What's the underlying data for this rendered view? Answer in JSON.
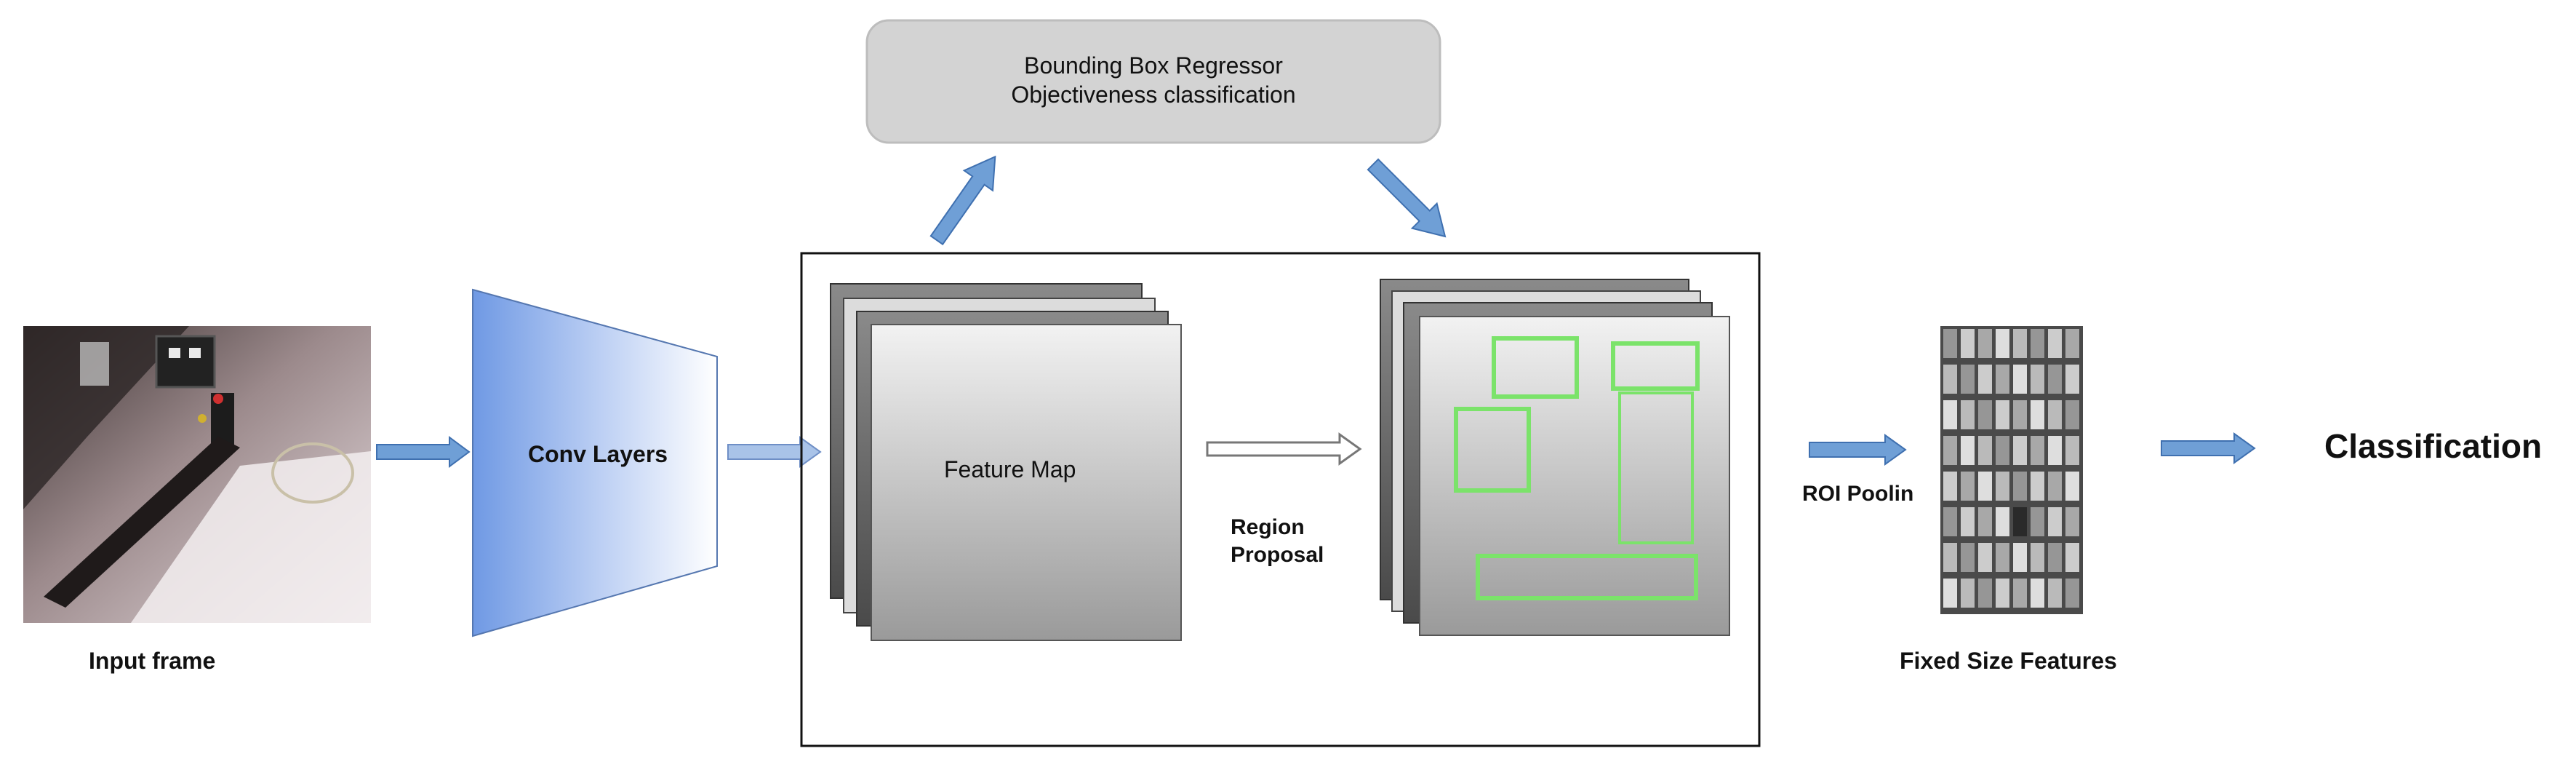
{
  "top_box": {
    "line1": "Bounding Box Regressor",
    "line2": "Objectiveness classification"
  },
  "labels": {
    "input_frame": "Input frame",
    "conv_layers": "Conv Layers",
    "feature_map": "Feature Map",
    "region_proposal_line1": "Region",
    "region_proposal_line2": "Proposal",
    "roi_pooling": "ROI Poolin",
    "fixed_size_features": "Fixed Size Features",
    "classification": "Classification"
  },
  "colors": {
    "arrow_blue": "#6f9fd6",
    "arrow_outline": "#3f70b0",
    "box_green": "#7be36a",
    "conv_blue": "#7aa3e8",
    "top_box_fill": "#d3d3d3"
  }
}
